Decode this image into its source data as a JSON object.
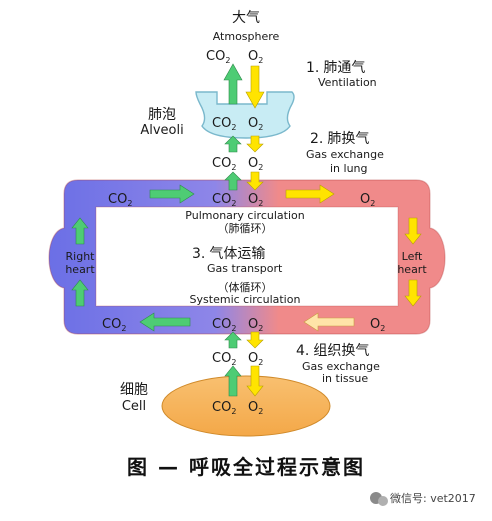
{
  "atmosphere": {
    "title_cn": "大气",
    "title_en": "Atmosphere"
  },
  "gases": {
    "co2": "CO",
    "co2_sub": "2",
    "o2": "O",
    "o2_sub": "2"
  },
  "steps": {
    "ventilation": {
      "number": "1.",
      "cn": "肺通气",
      "en": "Ventilation"
    },
    "lung_exchange": {
      "number": "2.",
      "cn": "肺换气",
      "en_line1": "Gas exchange",
      "en_line2": "in lung"
    },
    "transport": {
      "number": "3.",
      "cn": "气体运输",
      "en": "Gas transport"
    },
    "tissue_exchange": {
      "number": "4.",
      "cn": "组织换气",
      "en_line1": "Gas exchange",
      "en_line2": "in tissue"
    }
  },
  "alveoli": {
    "cn": "肺泡",
    "en": "Alveoli"
  },
  "cell": {
    "cn": "细胞",
    "en": "Cell"
  },
  "pulmonary_circulation": {
    "en": "Pulmonary circulation",
    "cn": "（肺循环）"
  },
  "systemic_circulation": {
    "cn": "（体循环）",
    "en": "Systemic circulation"
  },
  "right_heart": {
    "line1": "Right",
    "line2": "heart"
  },
  "left_heart": {
    "line1": "Left",
    "line2": "heart"
  },
  "caption": "图 — 呼吸全过程示意图",
  "watermark": "微信号: vet2017",
  "colors": {
    "venous_blue": "#6b6fe6",
    "arterial_red": "#f08a8a",
    "green_arrow": "#4ecc74",
    "yellow_arrow": "#ffe400",
    "alveoli_fill": "#c8ecf4",
    "cell_fill": "#f7b55a"
  }
}
